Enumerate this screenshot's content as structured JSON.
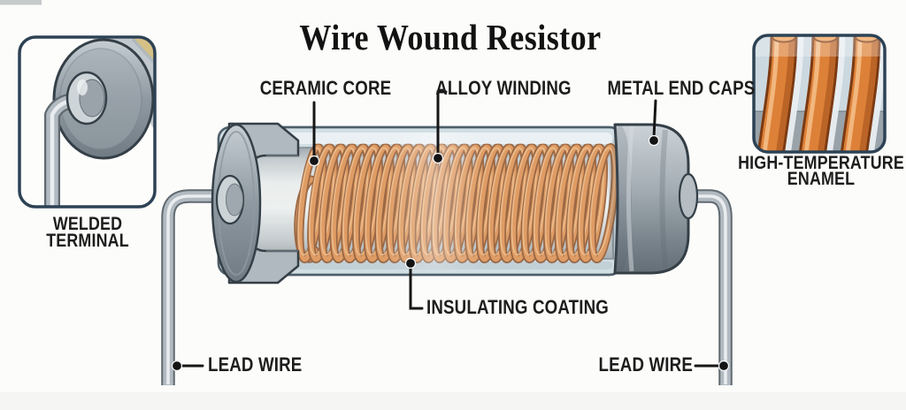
{
  "header": {
    "title": "Wire Wound Resistor"
  },
  "callouts": {
    "ceramic_core": "CERAMIC CORE",
    "alloy_winding": "ALLOY WINDING",
    "metal_end_caps": "METAL END CAPS",
    "insulating_coating": "INSULATING COATING",
    "lead_wire_left": "LEAD WIRE",
    "lead_wire_right": "LEAD WIRE"
  },
  "insets": {
    "welded_terminal": {
      "line1": "WELDED",
      "line2": "TERMINAL"
    },
    "high_temperature_enamel": {
      "line1": "HIGH-TEMPERATURE",
      "line2": "ENAMEL"
    }
  },
  "colors": {
    "winding_orange": "#e0873e",
    "winding_outline": "#8a4516",
    "tube_blue_gray": "#cfdbe2",
    "metal_gray": "#9aa4ab",
    "line_art_outline": "#343f47",
    "callout_black": "#161616",
    "background": "#fcfcfa"
  }
}
